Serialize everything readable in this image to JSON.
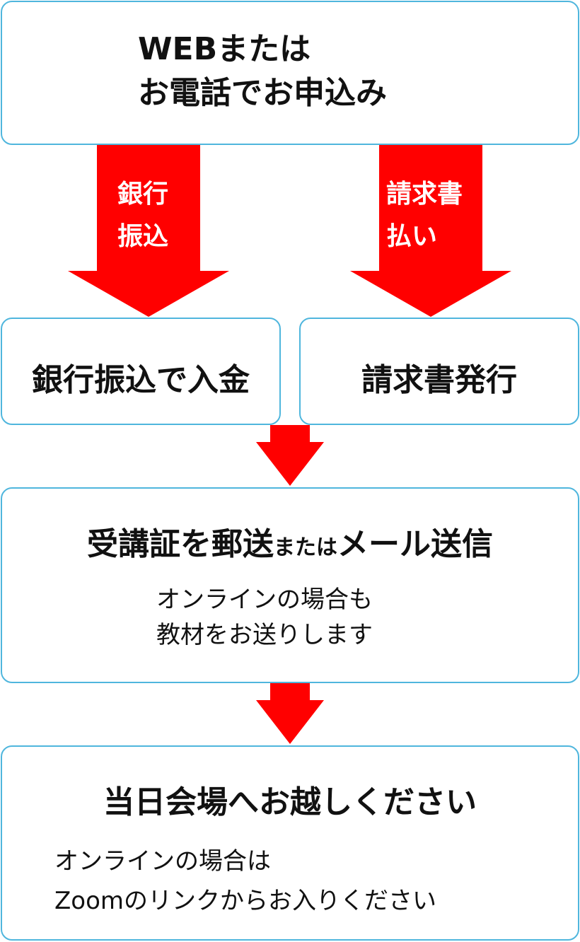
{
  "apply": {
    "line1": "WEBまたは",
    "line2": "お電話でお申込み"
  },
  "branches": {
    "left_label": [
      "銀行",
      "振込"
    ],
    "right_label": [
      "請求書",
      "払い"
    ]
  },
  "bank_box": {
    "title": "銀行振込で入金"
  },
  "invoice_box": {
    "title": "請求書発行"
  },
  "ticket": {
    "title_part1": "受講証を郵送",
    "title_part2": "または",
    "title_part3": "メール送信",
    "note": [
      "オンラインの場合も",
      "教材をお送りします"
    ]
  },
  "day": {
    "title": "当日会場へお越しください",
    "note": [
      "オンラインの場合は",
      "Zoomのリンクからお入りください"
    ]
  },
  "colors": {
    "arrow": "#ff0000",
    "border": "#4fb6dd"
  }
}
